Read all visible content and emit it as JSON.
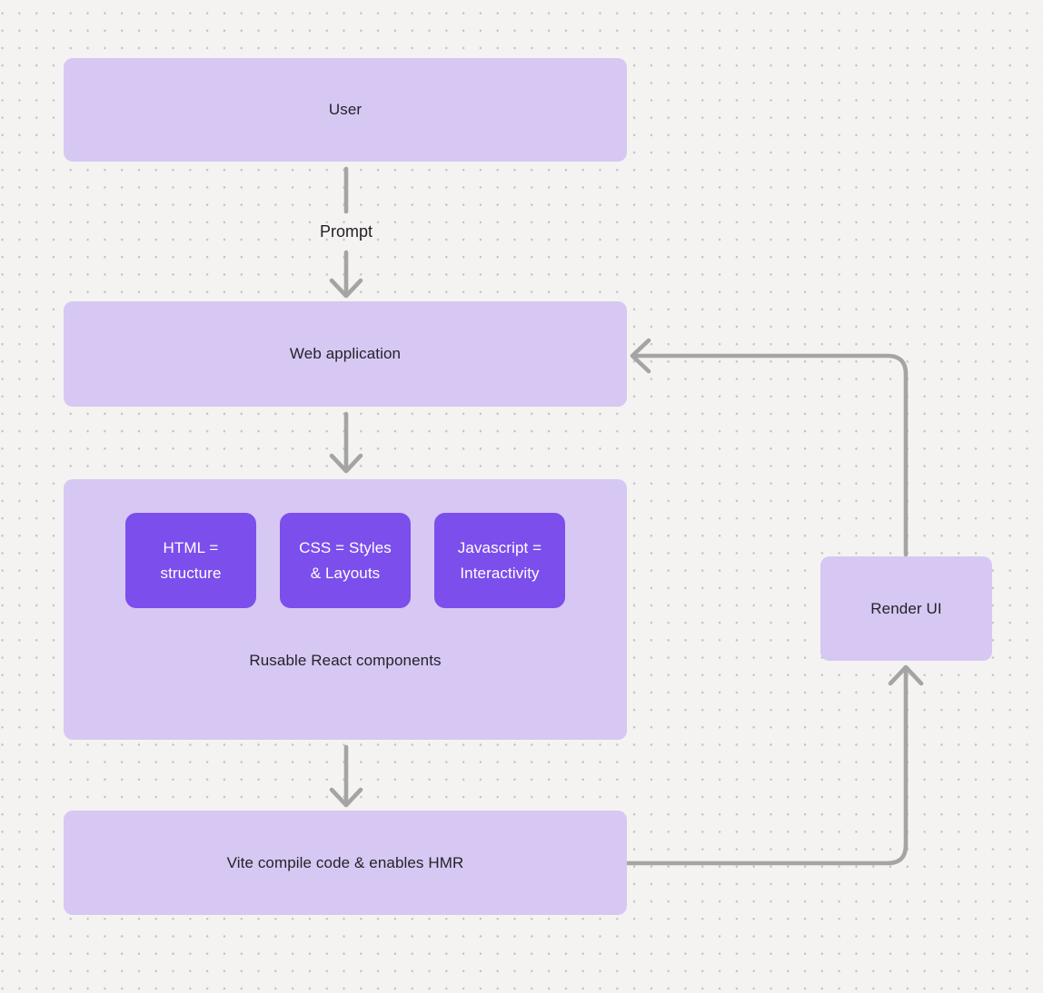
{
  "colors": {
    "bg": "#f4f3f1",
    "dot": "#c4c2bf",
    "box_light": "#d6c8f3",
    "box_accent": "#7c4eec",
    "arrow": "#a4a4a4",
    "text_dark": "#252229",
    "text_light": "#ffffff"
  },
  "nodes": {
    "user": {
      "label": "User"
    },
    "web_app": {
      "label": "Web application"
    },
    "components_group": {
      "label": "Rusable React components",
      "items": [
        {
          "line1": "HTML =",
          "line2": "structure"
        },
        {
          "line1": "CSS = Styles",
          "line2": "& Layouts"
        },
        {
          "line1": "Javascript =",
          "line2": "Interactivity"
        }
      ]
    },
    "vite": {
      "label": "Vite compile code & enables HMR"
    },
    "render_ui": {
      "label": "Render UI"
    }
  },
  "edges": {
    "user_to_webapp_label": "Prompt"
  }
}
